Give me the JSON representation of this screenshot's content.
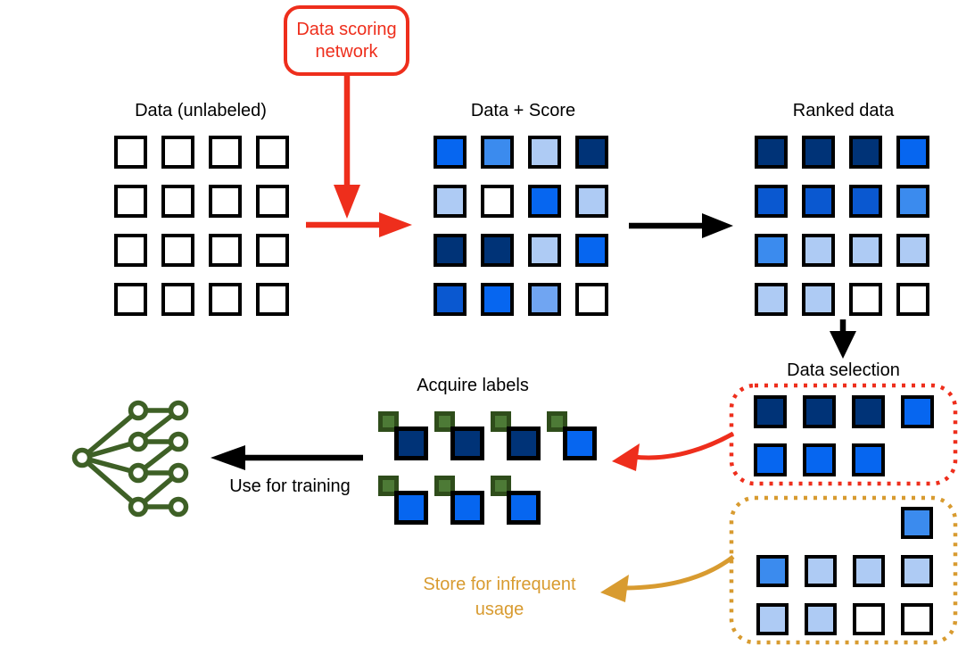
{
  "colors": {
    "red": "#EE2E1C",
    "gold": "#D89B30",
    "black": "#000000",
    "green_tag_fill": "#4D7A36",
    "green_tag_border": "#2F4D1B",
    "nn_green": "#3E6026",
    "navy": "#003377",
    "darkblue": "#0A58D0",
    "blue": "#0666F0",
    "sky": "#3B8BEE",
    "lightsky": "#70A5F2",
    "light": "#AECBF4",
    "white": "#FFFFFF"
  },
  "scoring_box": {
    "label_line1": "Data scoring",
    "label_line2": "network"
  },
  "sections": {
    "unlabeled": {
      "title": "Data (unlabeled)"
    },
    "score": {
      "title": "Data + Score"
    },
    "ranked": {
      "title": "Ranked data"
    },
    "selection": {
      "title": "Data selection"
    },
    "acquire": {
      "title": "Acquire labels"
    },
    "training": {
      "label": "Use for training"
    },
    "store": {
      "label_line1": "Store for infrequent",
      "label_line2": "usage"
    }
  },
  "icons": {
    "neural-network-icon": "svg-shape: 1 input node, 4 hidden nodes, 4 output nodes, green",
    "label-tag": "small green square marker on labeled items"
  },
  "grids": {
    "unlabeled": [
      [
        "white",
        "white",
        "white",
        "white"
      ],
      [
        "white",
        "white",
        "white",
        "white"
      ],
      [
        "white",
        "white",
        "white",
        "white"
      ],
      [
        "white",
        "white",
        "white",
        "white"
      ]
    ],
    "score": [
      [
        "blue",
        "sky",
        "light",
        "navy"
      ],
      [
        "light",
        "white",
        "blue",
        "light"
      ],
      [
        "navy",
        "navy",
        "light",
        "blue"
      ],
      [
        "darkblue",
        "blue",
        "lightsky",
        "white"
      ]
    ],
    "ranked": [
      [
        "navy",
        "navy",
        "navy",
        "blue"
      ],
      [
        "darkblue",
        "darkblue",
        "darkblue",
        "sky"
      ],
      [
        "sky",
        "light",
        "light",
        "light"
      ],
      [
        "light",
        "light",
        "white",
        "white"
      ]
    ],
    "selection": [
      [
        "navy",
        "navy",
        "navy",
        "blue"
      ],
      [
        "blue",
        "blue",
        "blue",
        null
      ]
    ],
    "acquire": [
      [
        "navy",
        "navy",
        "navy",
        "blue"
      ],
      [
        "blue",
        "blue",
        "blue",
        null
      ]
    ],
    "stored": [
      [
        null,
        null,
        null,
        "sky"
      ],
      [
        "sky",
        "light",
        "light",
        "light"
      ],
      [
        "light",
        "light",
        "white",
        "white"
      ]
    ]
  }
}
